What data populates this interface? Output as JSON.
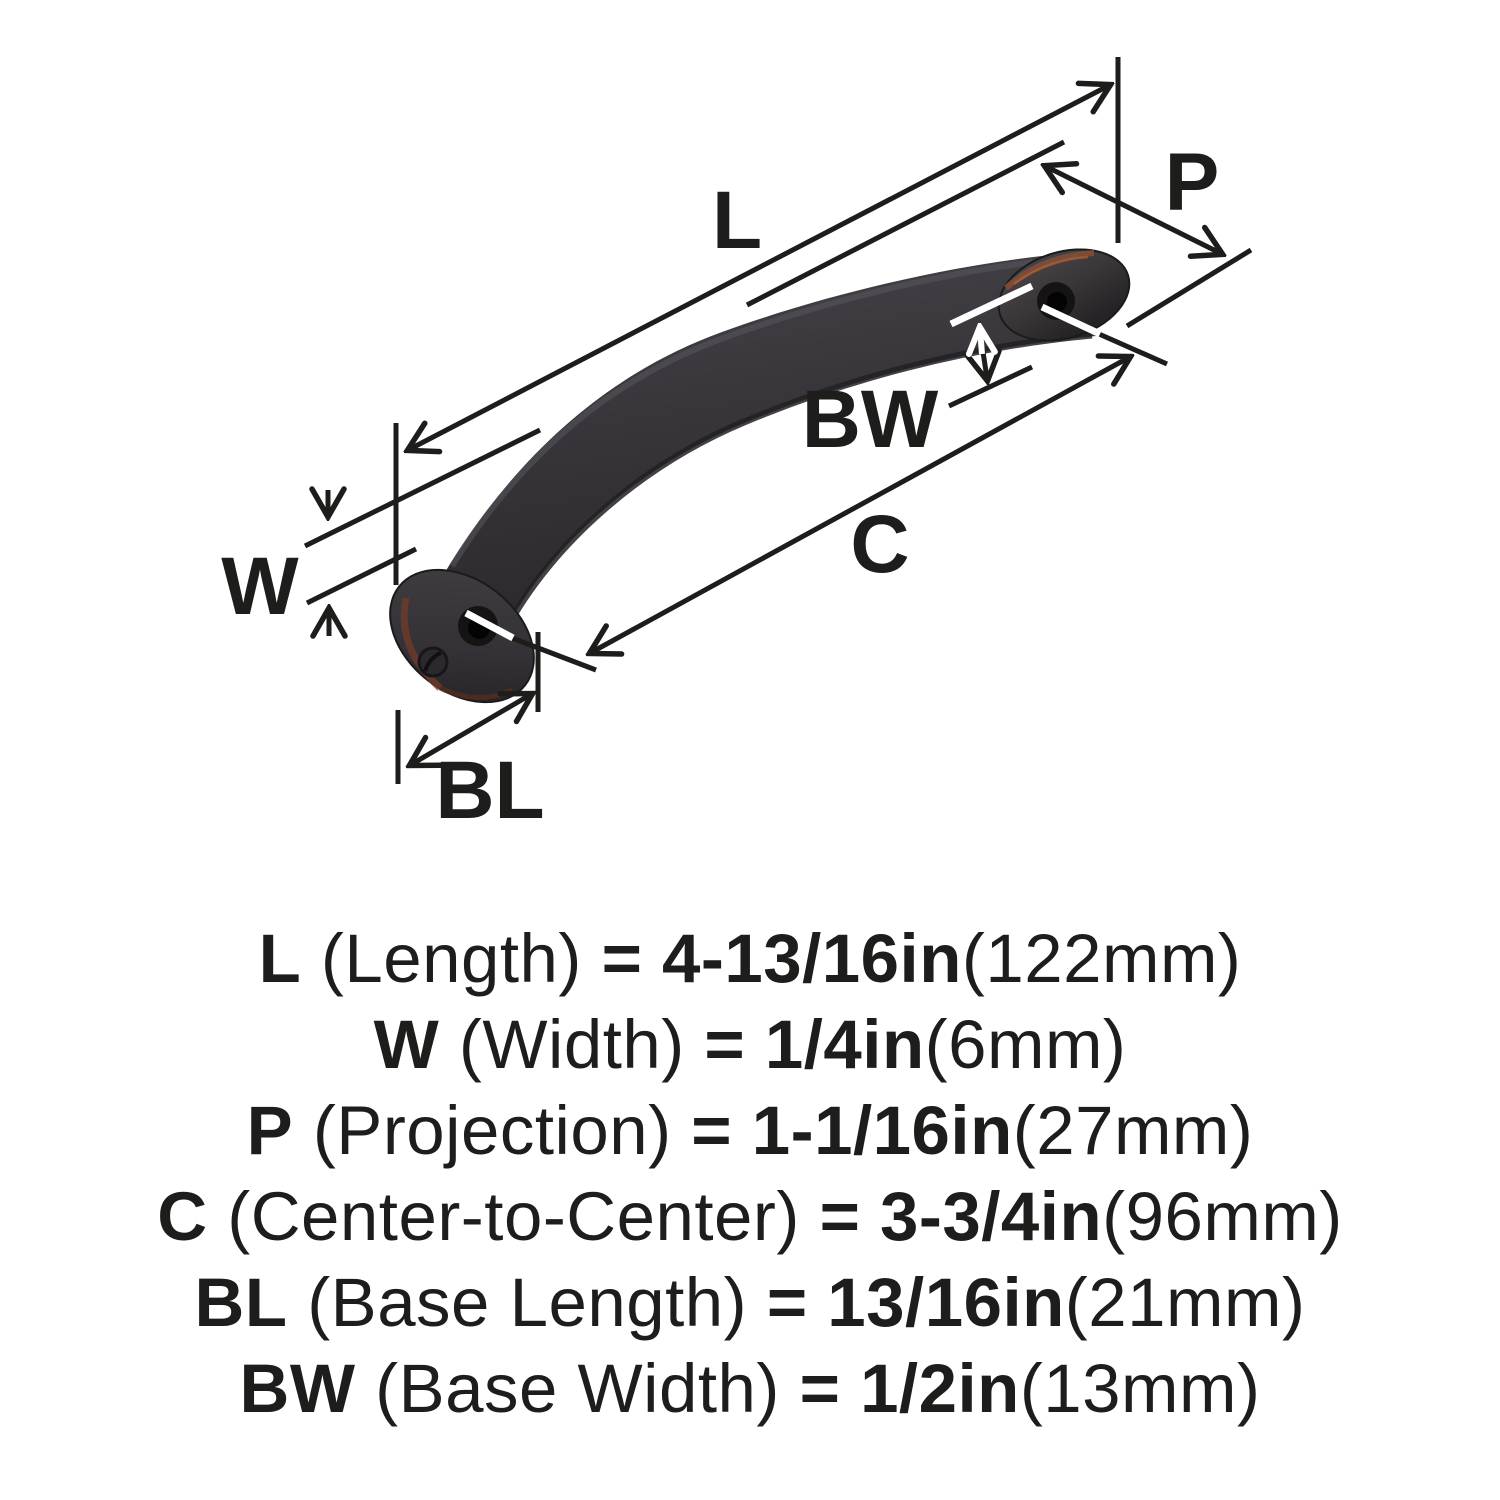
{
  "product": {
    "kind": "cabinet-pull-dimension-diagram",
    "finish_color_dark": "#38353a",
    "finish_color_edge": "#262427",
    "finish_color_copper": "#7a4330",
    "line_color": "#1d1d1b",
    "background": "#ffffff"
  },
  "diagram": {
    "dim_labels": {
      "L": "L",
      "P": "P",
      "W": "W",
      "C": "C",
      "BL": "BL",
      "BW": "BW"
    }
  },
  "specs": [
    {
      "key": "L",
      "desc": "(Length)",
      "eq": "=",
      "value": "4-13/16in",
      "metric": "(122mm)"
    },
    {
      "key": "W",
      "desc": "(Width)",
      "eq": "=",
      "value": "1/4in",
      "metric": "(6mm)"
    },
    {
      "key": "P",
      "desc": "(Projection)",
      "eq": "=",
      "value": "1-1/16in",
      "metric": "(27mm)"
    },
    {
      "key": "C",
      "desc": "(Center-to-Center)",
      "eq": "=",
      "value": "3-3/4in",
      "metric": "(96mm)"
    },
    {
      "key": "BL",
      "desc": "(Base Length)",
      "eq": "=",
      "value": "13/16in",
      "metric": "(21mm)"
    },
    {
      "key": "BW",
      "desc": "(Base Width)",
      "eq": "=",
      "value": "1/2in",
      "metric": "(13mm)"
    }
  ]
}
